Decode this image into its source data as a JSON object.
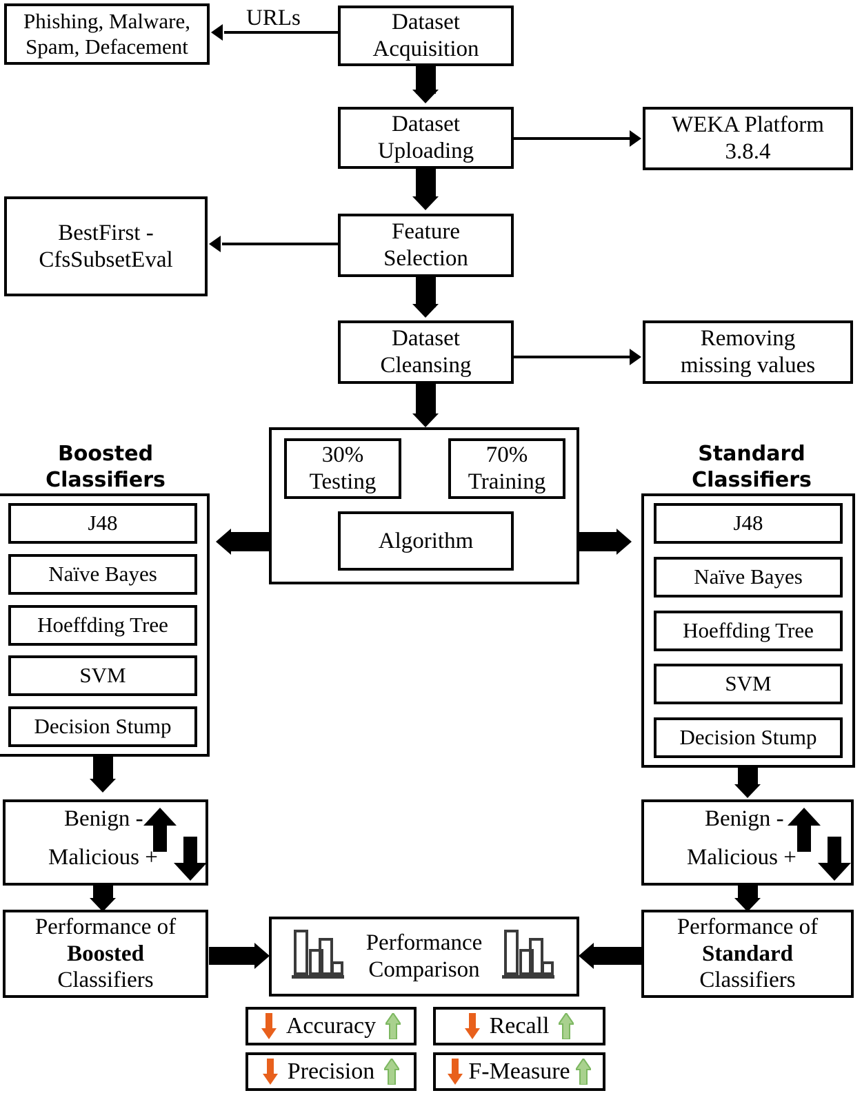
{
  "nodes": {
    "dataset_acquisition": {
      "lines": [
        "Dataset",
        "Acquisition"
      ]
    },
    "url_types": {
      "lines": [
        "Phishing, Malware,",
        "Spam, Defacement"
      ]
    },
    "urls_edge_label": "URLs",
    "dataset_uploading": {
      "lines": [
        "Dataset",
        "Uploading"
      ]
    },
    "weka": {
      "lines": [
        "WEKA Platform",
        "3.8.4"
      ]
    },
    "feature_selection": {
      "lines": [
        "Feature",
        "Selection"
      ]
    },
    "bestfirst": {
      "lines": [
        "BestFirst -",
        "CfsSubsetEval"
      ]
    },
    "dataset_cleansing": {
      "lines": [
        "Dataset",
        "Cleansing"
      ]
    },
    "removing_missing": {
      "lines": [
        "Removing",
        "missing values"
      ]
    },
    "testing_split": {
      "lines": [
        "30%",
        "Testing"
      ]
    },
    "training_split": {
      "lines": [
        "70%",
        "Training"
      ]
    },
    "algorithm": {
      "lines": [
        "Algorithm"
      ]
    }
  },
  "boosted_panel": {
    "title_lines": [
      "Boosted",
      "Classifiers"
    ],
    "items": [
      "J48",
      "Naïve Bayes",
      "Hoeffding Tree",
      "SVM",
      "Decision Stump"
    ]
  },
  "standard_panel": {
    "title_lines": [
      "Standard",
      "Classifiers"
    ],
    "items": [
      "J48",
      "Naïve Bayes",
      "Hoeffding Tree",
      "SVM",
      "Decision Stump"
    ]
  },
  "outcome": {
    "benign": "Benign -",
    "malicious": "Malicious +"
  },
  "performance": {
    "boosted": {
      "l1": "Performance of",
      "l2": "Boosted",
      "l3": "Classifiers"
    },
    "standard": {
      "l1": "Performance  of",
      "l2": "Standard",
      "l3": "Classifiers"
    },
    "comparison": {
      "l1": "Performance",
      "l2": "Comparison"
    }
  },
  "metrics": [
    {
      "label": "Accuracy"
    },
    {
      "label": "Recall"
    },
    {
      "label": "Precision"
    },
    {
      "label": "F-Measure"
    }
  ],
  "colors": {
    "down_arrow": "#E8601C",
    "up_arrow": "#7CB760",
    "up_arrow_fill": "#A9D18E",
    "line": "#000000",
    "background": "#FFFFFF"
  }
}
